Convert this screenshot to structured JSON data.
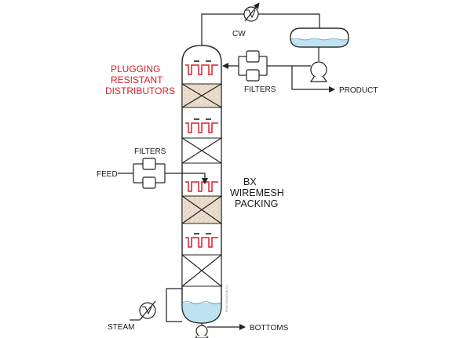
{
  "labels": {
    "cw": "CW",
    "filters_top": "FILTERS",
    "product": "PRODUCT",
    "plugging_1": "PLUGGING",
    "plugging_2": "RESISTANT",
    "plugging_3": "DISTRIBUTORS",
    "filters_feed": "FILTERS",
    "feed": "FEED",
    "bx_1": "BX",
    "bx_2": "WIREMESH",
    "bx_3": "PACKING",
    "steam": "STEAM",
    "bottoms": "BOTTOMS",
    "drawing_no": "FRACTIONATION-611"
  },
  "colors": {
    "line": "#222222",
    "distributor": "#d8202a",
    "liquid": "#bfe2f0",
    "packing_fill": "#eadccb",
    "label_red": "#d8202a"
  }
}
